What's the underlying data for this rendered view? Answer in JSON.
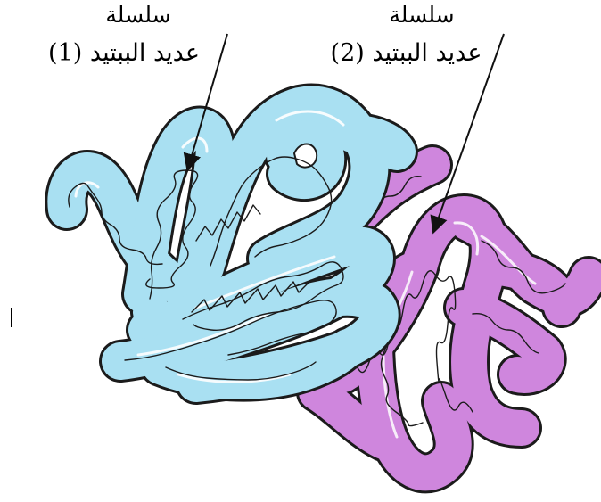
{
  "labels": {
    "chain1": {
      "line1": "سلسلة",
      "line2": "عديد الببتيد (1)"
    },
    "chain2": {
      "line1": "سلسلة",
      "line2": "عديد الببتيد (2)"
    }
  },
  "colors": {
    "chain1_fill": "#a9e0f2",
    "chain2_fill": "#cf86dd",
    "outline": "#1b1b1b",
    "highlight": "#ffffff"
  }
}
